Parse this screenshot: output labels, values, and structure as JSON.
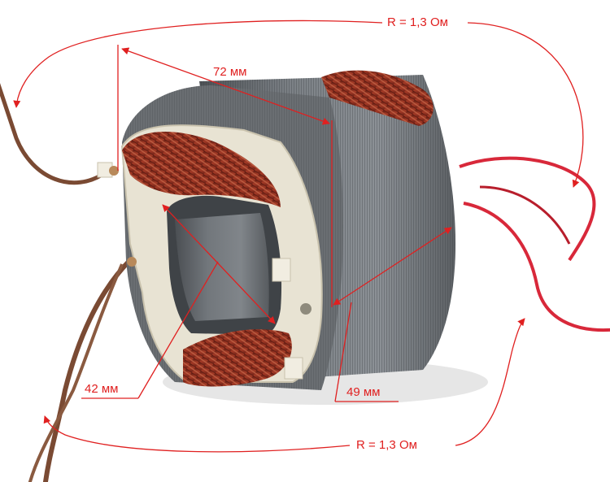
{
  "annotations": {
    "resistance_top": "R = 1,3 Ом",
    "resistance_bottom": "R = 1,3 Ом",
    "length": "72 мм",
    "inner_diameter": "42 мм",
    "stack_height": "49 мм"
  },
  "colors": {
    "annotation": "#e02020",
    "lamination": "#6f7377",
    "coil_copper": "#8a2a1c",
    "insulator": "#e8e3d3",
    "lead_brown": "#7a4a33",
    "lead_red": "#d8283a",
    "background": "#ffffff"
  }
}
